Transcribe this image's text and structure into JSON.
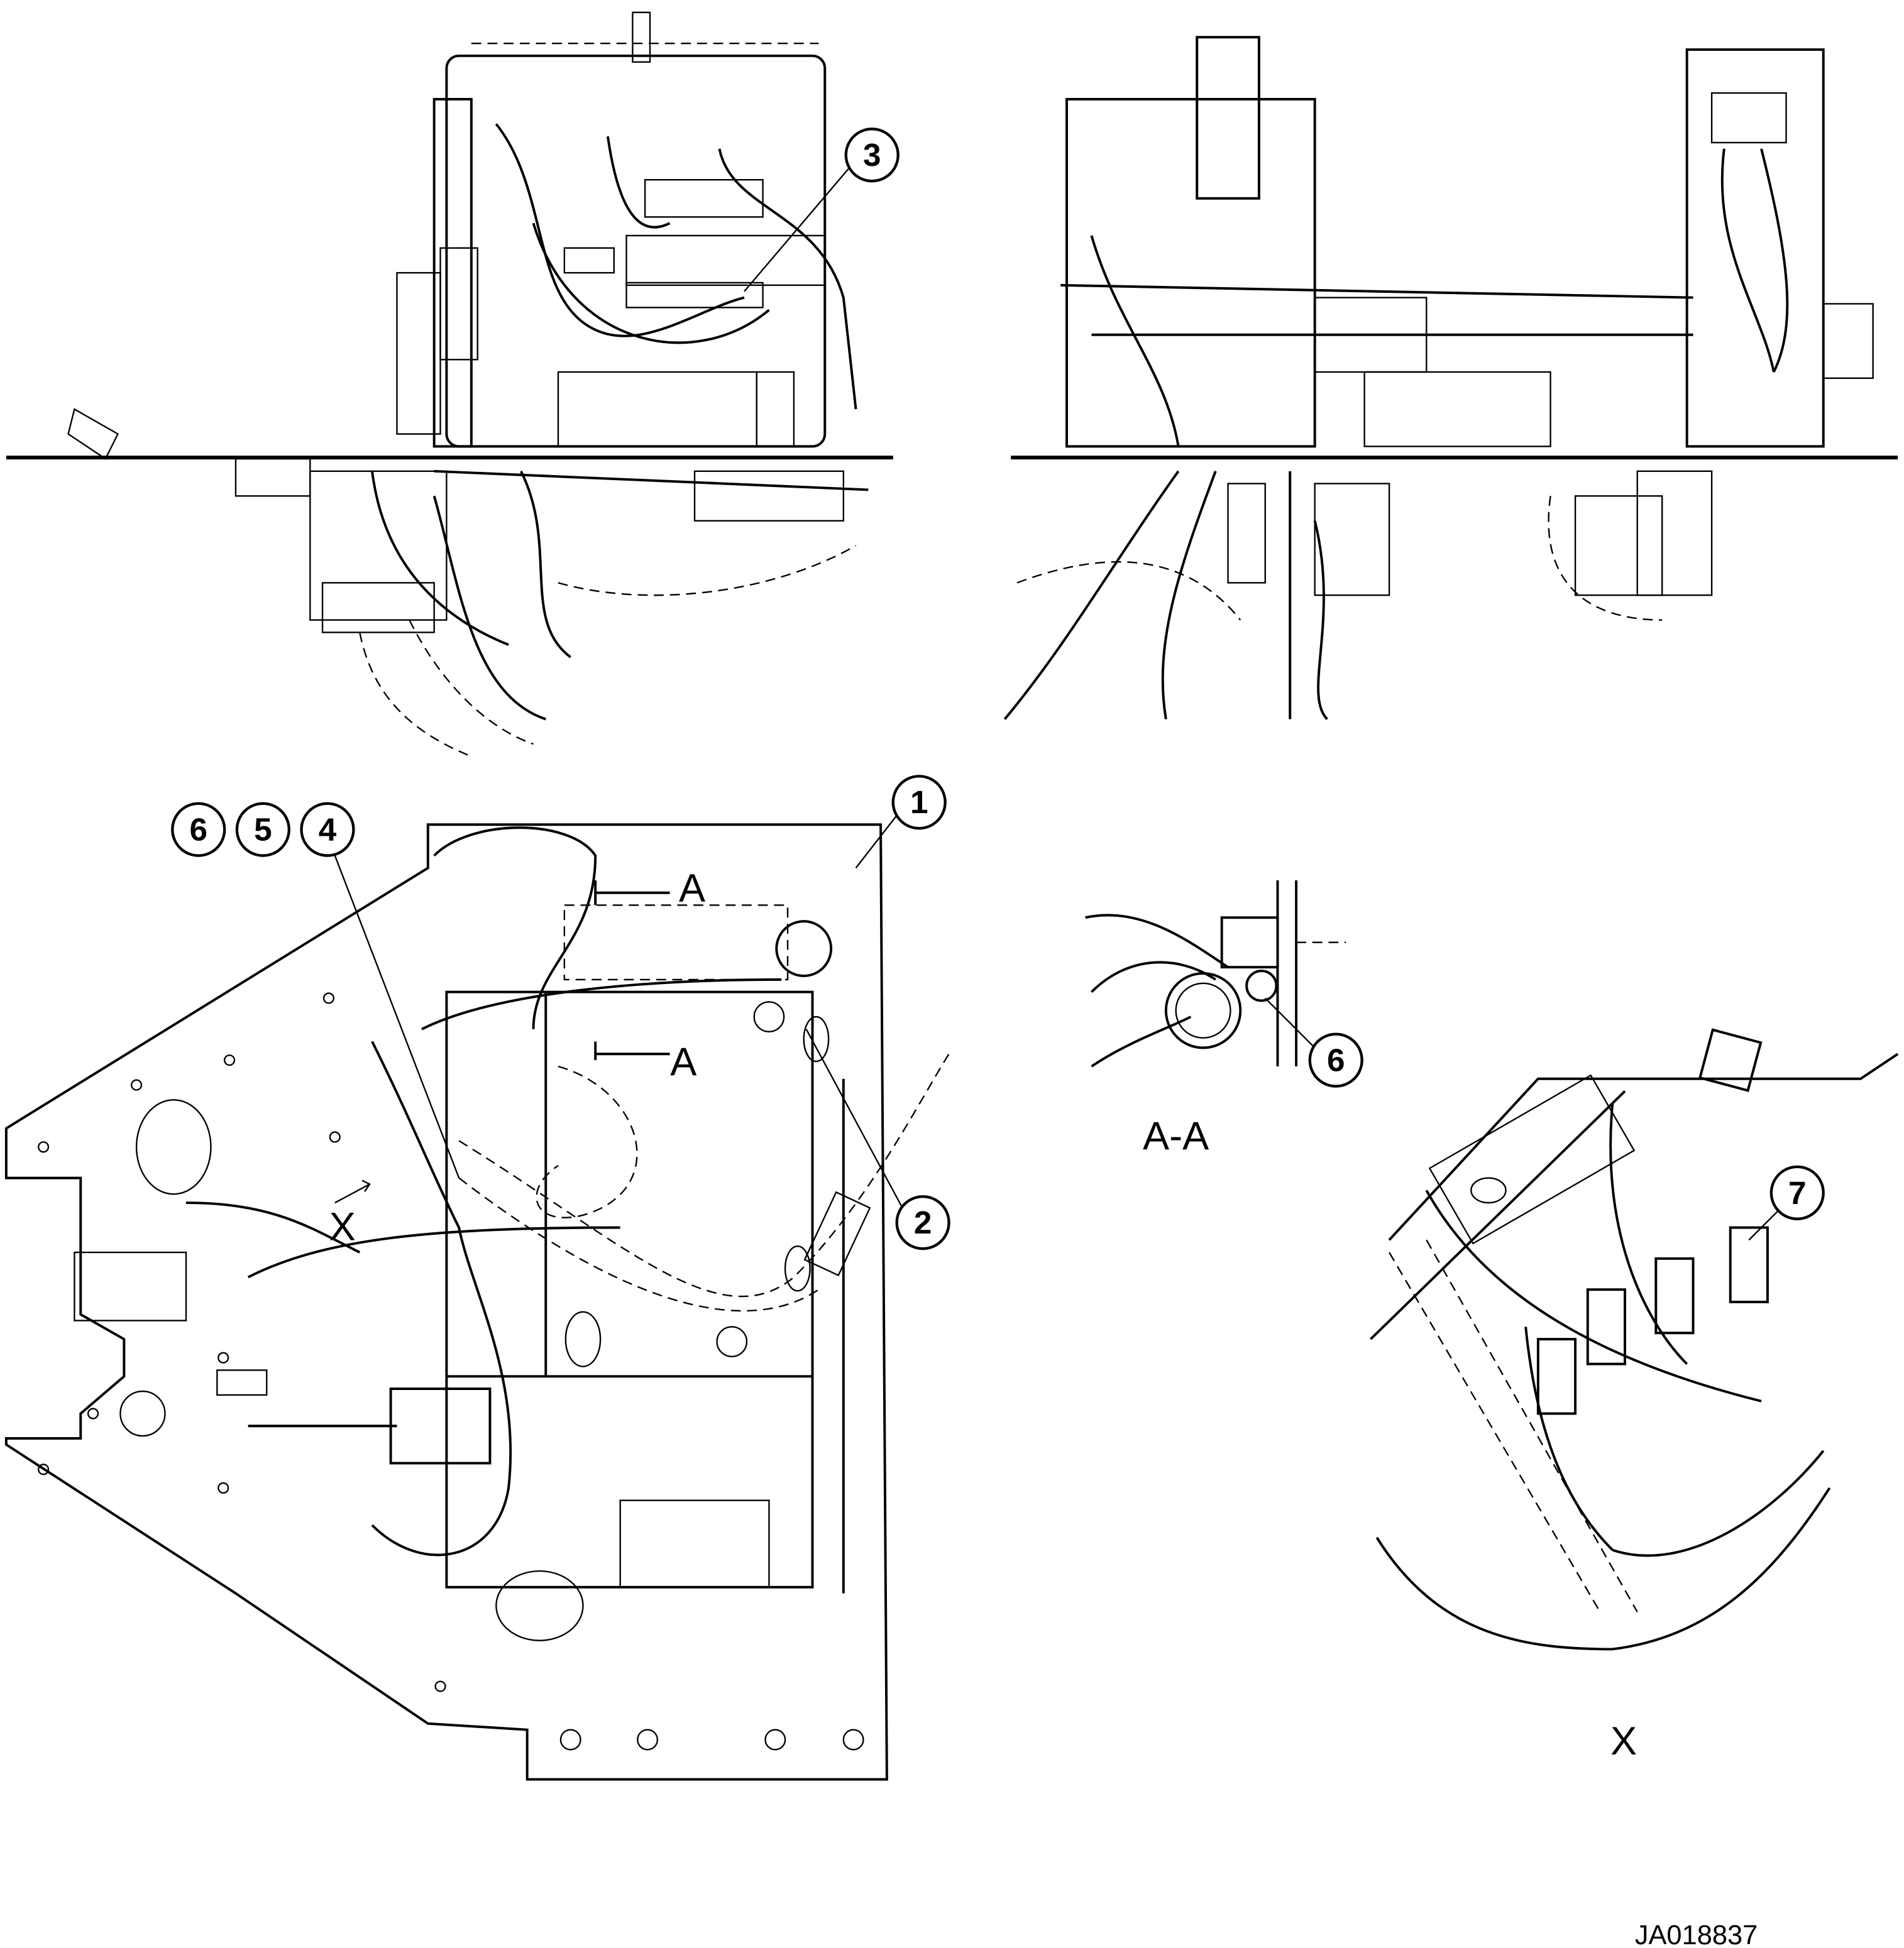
{
  "callouts": {
    "c1": "1",
    "c2": "2",
    "c3": "3",
    "c4": "4",
    "c5": "5",
    "c6a": "6",
    "c6b": "6",
    "c7": "7"
  },
  "section_marks": {
    "a_top": "A",
    "a_bottom": "A"
  },
  "views": {
    "section_aa": "A-A",
    "view_x_arrow": "X",
    "view_x_title": "X"
  },
  "drawing_code": "JA018837"
}
